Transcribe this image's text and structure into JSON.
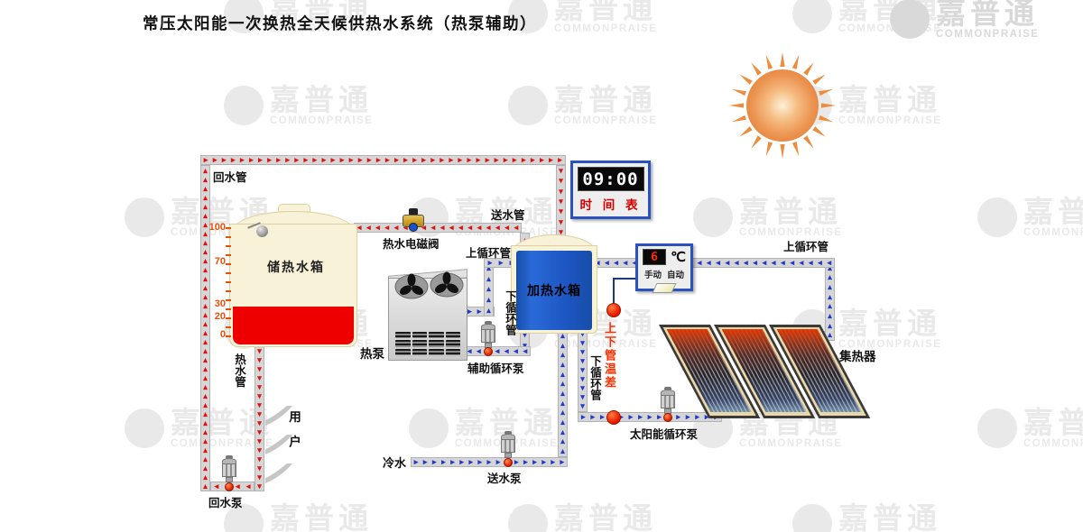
{
  "title": "常压太阳能一次换热全天候供热水系统（热泵辅助）",
  "watermark": {
    "cn": "嘉普通",
    "en": "COMMONPRAISE"
  },
  "clock": {
    "time": "09:00",
    "label": "时 间 表"
  },
  "temp_panel": {
    "value": "6",
    "unit": "℃",
    "manual_label": "手动",
    "auto_label": "自动"
  },
  "storage_tank": {
    "label": "储热水箱",
    "scale": [
      "100",
      "70",
      "30",
      "20",
      "0"
    ]
  },
  "heating_tank": {
    "label": "加热水箱"
  },
  "heat_pump": {
    "label": "热泵"
  },
  "collectors": {
    "label": "集热器"
  },
  "labels": {
    "return_pipe": "回水管",
    "supply_pipe": "送水管",
    "solenoid_valve": "热水电磁阀",
    "upper_circ_hp": "上循环管",
    "lower_circ_hp": "下循环管",
    "aux_pump": "辅助循环泵",
    "hot_water_pipe": "热水管",
    "users": "用户",
    "return_pump": "回水泵",
    "cold_water": "冷水",
    "supply_pump": "送水泵",
    "solar_pump": "太阳能循环泵",
    "lower_circ_solar": "下循环管",
    "temp_diff": "上下管温差",
    "upper_circ_solar": "上循环管"
  },
  "colors": {
    "hot_flow": "#e01010",
    "cold_flow": "#2238c8",
    "sensor": "#ee2000",
    "storage_water": "#ee0000",
    "heating_tank_body": "#1c55c0",
    "panel_border": "#2a52be",
    "lcd_bg": "#0a0a0a",
    "clock_text": "#ffffff",
    "temp_value": "#ff2a00",
    "sun": "#ee8c3e"
  }
}
